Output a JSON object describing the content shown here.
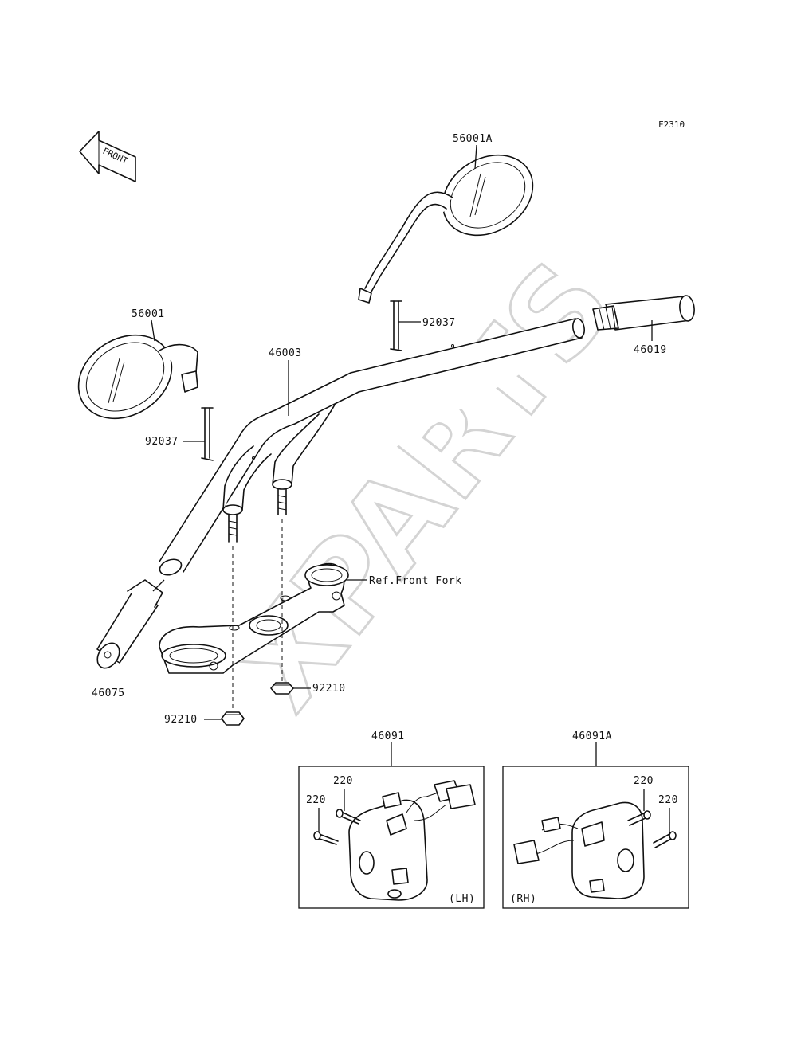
{
  "figure_code": "F2310",
  "front_arrow_text": "FRONT",
  "watermark": "XPARTS",
  "labels": {
    "mirror_right": "56001A",
    "mirror_left": "56001",
    "clip_top": "92037",
    "clip_left": "92037",
    "grip_throttle": "46019",
    "handlebar": "46003",
    "ref_front_fork": "Ref.Front Fork",
    "grip_left": "46075",
    "nut_upper": "92210",
    "nut_lower": "92210",
    "switch_left": "46091",
    "switch_right": "46091A",
    "screw_lh_a": "220",
    "screw_lh_b": "220",
    "screw_rh_a": "220",
    "screw_rh_b": "220",
    "side_lh": "(LH)",
    "side_rh": "(RH)"
  }
}
